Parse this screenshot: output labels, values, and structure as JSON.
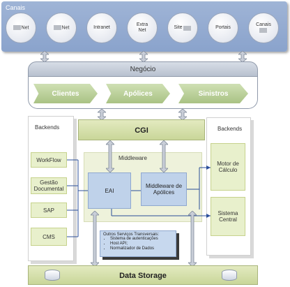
{
  "canais": {
    "title": "Canais",
    "items": [
      {
        "label": "Net",
        "has_chip": true
      },
      {
        "label": "Net",
        "has_chip": true
      },
      {
        "label": "Intranet",
        "has_chip": false
      },
      {
        "label": "Extra Net",
        "has_chip": false
      },
      {
        "label": "Site",
        "has_chip": true
      },
      {
        "label": "Portais",
        "has_chip": false
      },
      {
        "label": "Canais",
        "has_chip": true
      }
    ]
  },
  "negocio": {
    "title": "Negócio",
    "steps": [
      "Clientes",
      "Apólices",
      "Sinistros"
    ]
  },
  "cgi": {
    "label": "CGI"
  },
  "backends_left": {
    "title": "Backends",
    "items": [
      "WorkFlow",
      "Gestão Documental",
      "SAP",
      "CMS"
    ]
  },
  "backends_right": {
    "title": "Backends",
    "items": [
      "Motor de Cálculo",
      "Sistema Central"
    ]
  },
  "middleware": {
    "title": "Middleware",
    "eai": "EAI",
    "mw_apolices": "Middleware de Apólices"
  },
  "outros_servicos": {
    "title": "Outros Serviços Transversais:",
    "items": [
      "Sistema de autenticações",
      "Host API;",
      "Normalizador de Dados"
    ]
  },
  "data_storage": {
    "label": "Data Storage"
  },
  "colors": {
    "canais_band": "#9fb4d6",
    "green": "#c9d699",
    "blue_box": "#bfd2ea",
    "chevron": "#a9c284"
  }
}
